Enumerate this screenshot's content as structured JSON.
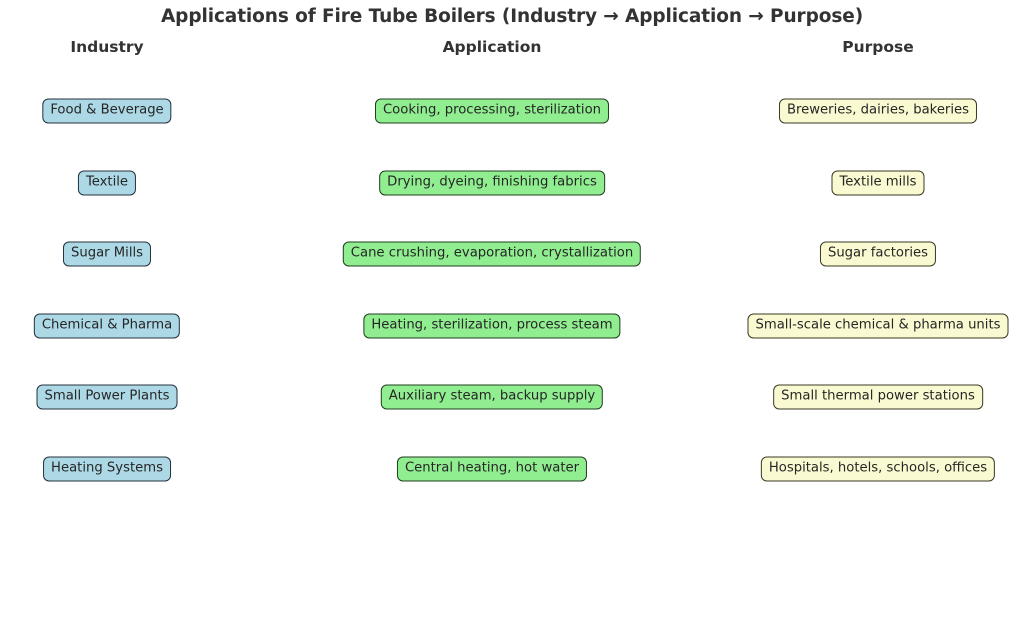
{
  "figure": {
    "title": "Applications of Fire Tube Boilers (Industry → Application → Purpose)",
    "background_color": "#FFFFFF",
    "title_color": "#333333"
  },
  "columns": [
    {
      "key": "industry",
      "header": "Industry",
      "fill_color": "#ADD8E6",
      "border_color": "#23323C"
    },
    {
      "key": "application",
      "header": "Application",
      "fill_color": "#90EE90",
      "border_color": "#1F3D1F"
    },
    {
      "key": "purpose",
      "header": "Purpose",
      "fill_color": "#FAFAD2",
      "border_color": "#3A3A22"
    }
  ],
  "rows": [
    {
      "industry": "Food & Beverage",
      "application": "Cooking, processing, sterilization",
      "purpose": "Breweries, dairies, bakeries"
    },
    {
      "industry": "Textile",
      "application": "Drying, dyeing, finishing fabrics",
      "purpose": "Textile mills"
    },
    {
      "industry": "Sugar Mills",
      "application": "Cane crushing, evaporation, crystallization",
      "purpose": "Sugar factories"
    },
    {
      "industry": "Chemical & Pharma",
      "application": "Heating, sterilization, process steam",
      "purpose": "Small-scale chemical & pharma units"
    },
    {
      "industry": "Small Power Plants",
      "application": "Auxiliary steam, backup supply",
      "purpose": "Small thermal power stations"
    },
    {
      "industry": "Heating Systems",
      "application": "Central heating, hot water",
      "purpose": "Hospitals, hotels, schools, offices"
    }
  ],
  "chart_data": {
    "type": "table",
    "title": "Applications of Fire Tube Boilers (Industry → Application → Purpose)",
    "xlabel": "",
    "ylabel": "",
    "grid": false,
    "legend": null,
    "categories": [
      "Industry",
      "Application",
      "Purpose"
    ],
    "rows": [
      [
        "Food & Beverage",
        "Cooking, processing, sterilization",
        "Breweries, dairies, bakeries"
      ],
      [
        "Textile",
        "Drying, dyeing, finishing fabrics",
        "Textile mills"
      ],
      [
        "Sugar Mills",
        "Cane crushing, evaporation, crystallization",
        "Sugar factories"
      ],
      [
        "Chemical & Pharma",
        "Heating, sterilization, process steam",
        "Small-scale chemical & pharma units"
      ],
      [
        "Small Power Plants",
        "Auxiliary steam, backup supply",
        "Small thermal power stations"
      ],
      [
        "Heating Systems",
        "Central heating, hot water",
        "Hospitals, hotels, schools, offices"
      ]
    ],
    "column_colors": [
      "#ADD8E6",
      "#90EE90",
      "#FAFAD2"
    ]
  }
}
